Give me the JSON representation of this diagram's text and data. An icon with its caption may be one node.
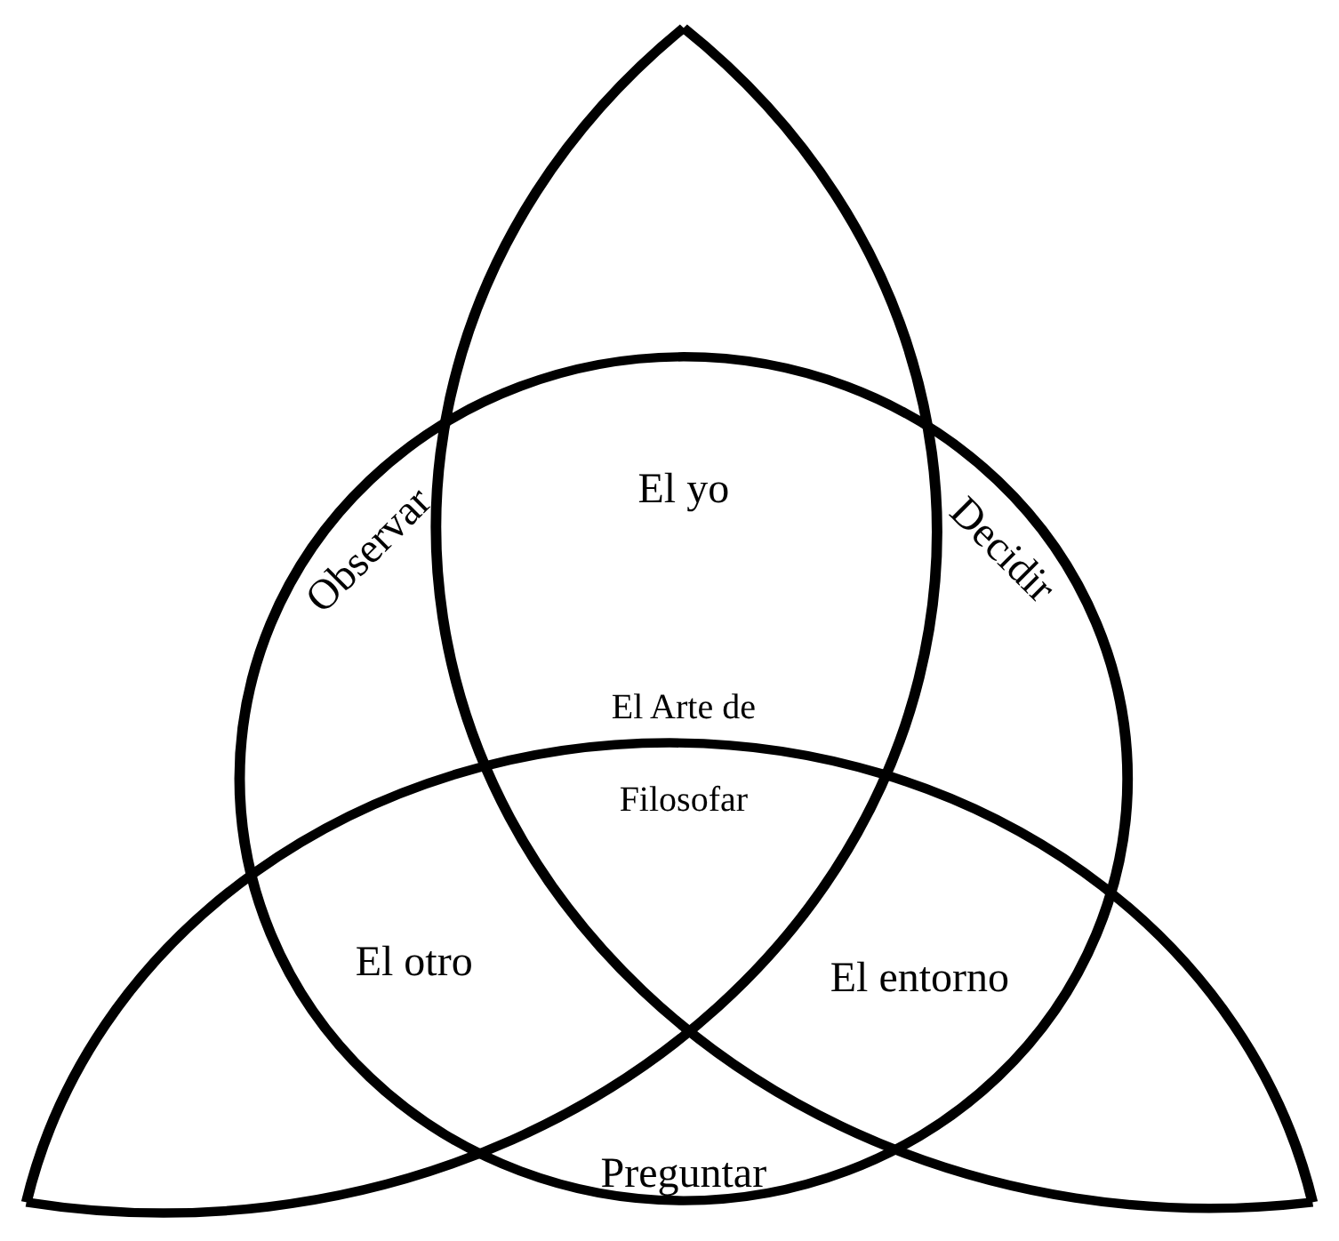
{
  "diagram": {
    "labels": [
      "Observar",
      "El yo",
      "Decidir",
      "El Arte de Filosofar",
      "El otro",
      "El entorno",
      "Preguntar"
    ]
  }
}
